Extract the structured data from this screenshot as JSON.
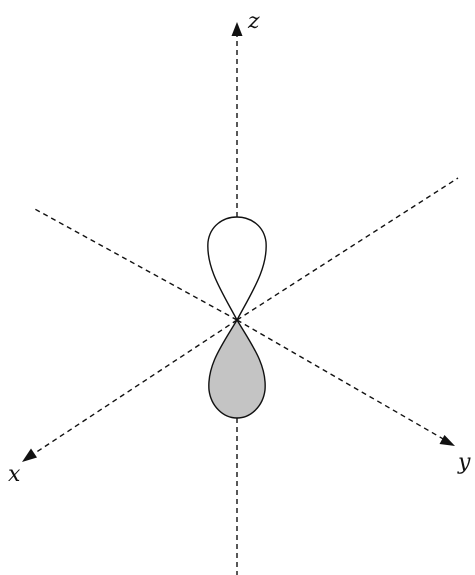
{
  "axes": {
    "z_label": "z",
    "x_label": "x",
    "y_label": "y"
  },
  "orbital": {
    "upper_lobe_color": "#ffffff",
    "lower_lobe_color": "#c4c4c4",
    "outline_color": "#111111"
  }
}
